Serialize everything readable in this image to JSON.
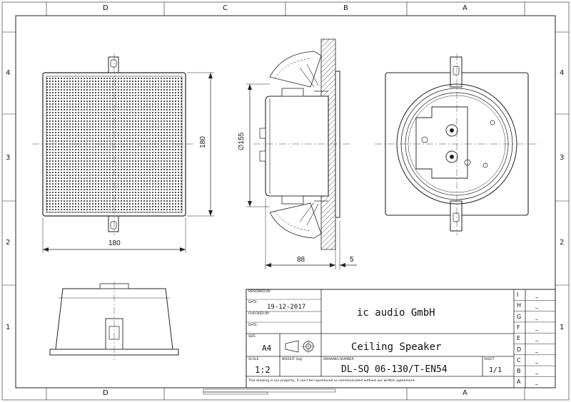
{
  "frame": {
    "zones_top": [
      "D",
      "C",
      "B",
      "A"
    ],
    "zones_bottom": [
      "D",
      "A"
    ],
    "zones_left": [
      "4",
      "3",
      "2",
      "1"
    ],
    "zones_right": [
      "4",
      "3",
      "2",
      "1"
    ]
  },
  "dimensions": {
    "front_height": "180",
    "front_width": "180",
    "side_diameter": "∅155",
    "side_depth": "88",
    "flange": "5"
  },
  "title_block": {
    "designed_by_label": "DESIGNED BY:",
    "date1_label": "DATE:",
    "date1": "19-12-2017",
    "checked_by_label": "CHECKED BY:",
    "date2_label": "DATE:",
    "size_label": "SIZE",
    "size": "A4",
    "scale_label": "SCALE",
    "scale": "1:2",
    "weight_label": "WEIGHT (kg)",
    "drawing_number_label": "DRAWING NUMBER",
    "drawing_number": "DL-SQ 06-130/T-EN54",
    "sheet_label": "SHEET",
    "sheet": "1/1",
    "company": "ic audio GmbH",
    "title": "Ceiling Speaker",
    "disclaimer": "This drawing is our property; it can't be reproduced or communicated without our written agreement.",
    "revisions": [
      "I",
      "H",
      "G",
      "F",
      "E",
      "D",
      "C",
      "B",
      "A"
    ],
    "revision_values": [
      "_",
      "_",
      "_",
      "_",
      "_",
      "_",
      "_",
      "_",
      "_"
    ]
  }
}
